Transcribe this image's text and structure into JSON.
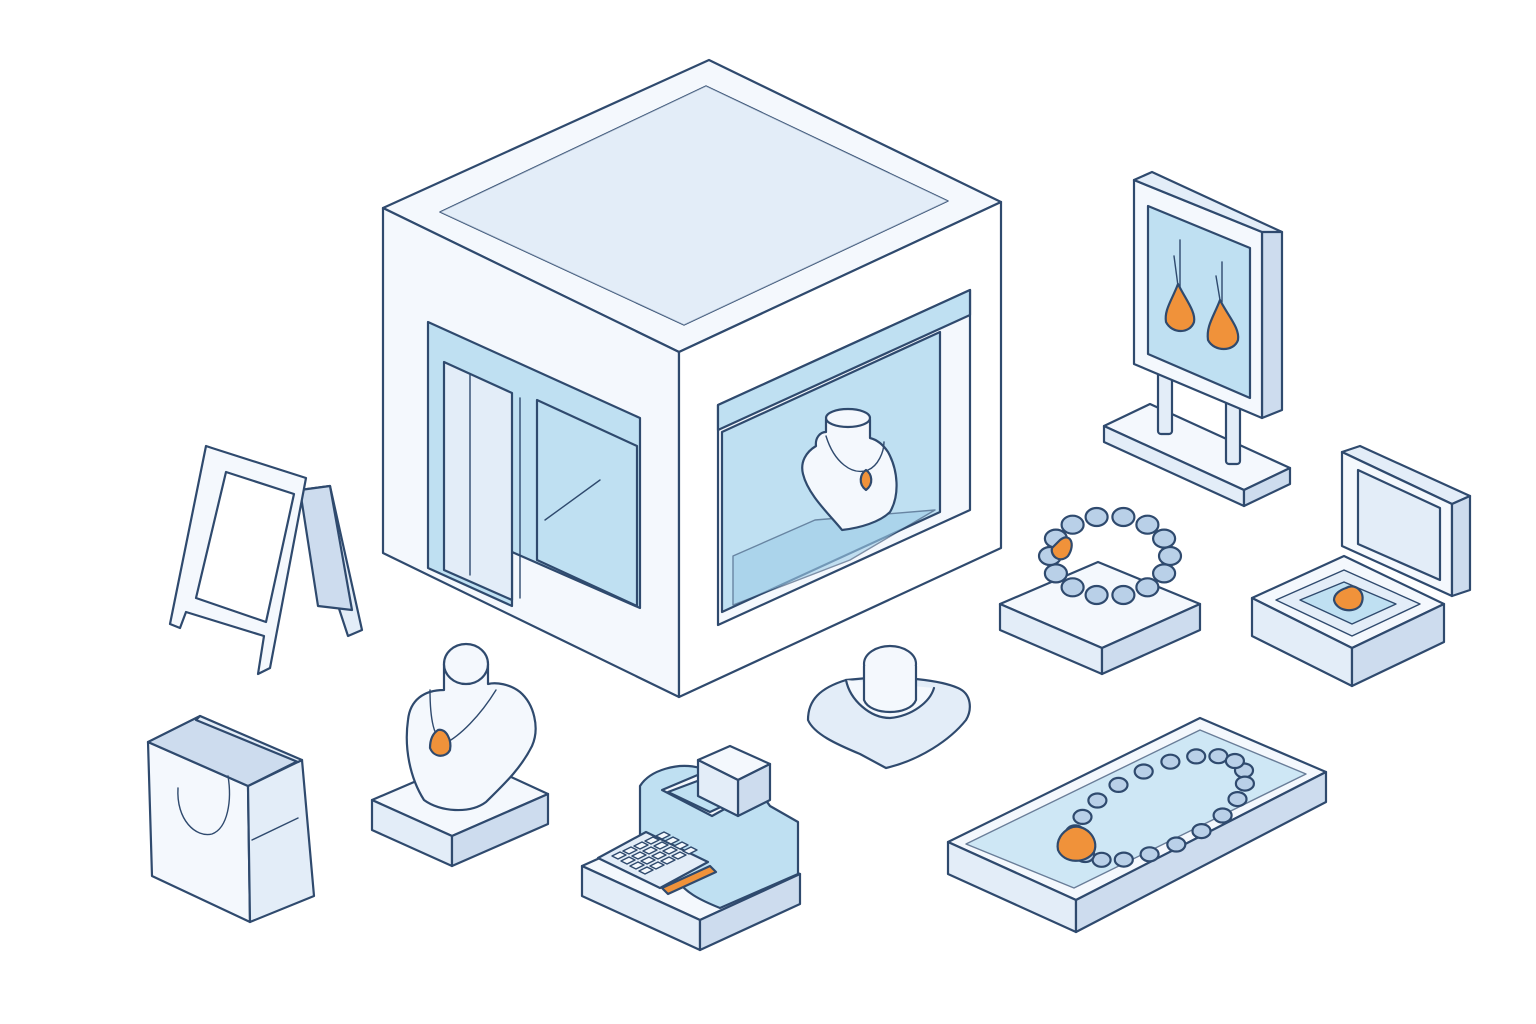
{
  "palette": {
    "outline": "#2f4a6e",
    "face_light": "#f4f8fd",
    "face_mid": "#e3edf8",
    "face_dark": "#cddcee",
    "glass": "#bfe0f2",
    "glass_dark": "#9fcde8",
    "gem": "#f0923a",
    "gem_light": "#f8b66a",
    "bead": "#b9d0e8",
    "background": "#ffffff"
  },
  "objects": [
    {
      "name": "jewelry-store-building",
      "kind": "building"
    },
    {
      "name": "shop-window-display",
      "kind": "window"
    },
    {
      "name": "sandwich-board-sign",
      "kind": "sign"
    },
    {
      "name": "earring-display-sign",
      "kind": "sign"
    },
    {
      "name": "bracelet-display-stand",
      "kind": "stand"
    },
    {
      "name": "ring-box",
      "kind": "box"
    },
    {
      "name": "necklace-bust-display",
      "kind": "bust"
    },
    {
      "name": "ring-cushion-holder",
      "kind": "holder"
    },
    {
      "name": "shopping-bag",
      "kind": "bag"
    },
    {
      "name": "cash-register",
      "kind": "register"
    },
    {
      "name": "necklace-display-tray",
      "kind": "tray"
    }
  ]
}
